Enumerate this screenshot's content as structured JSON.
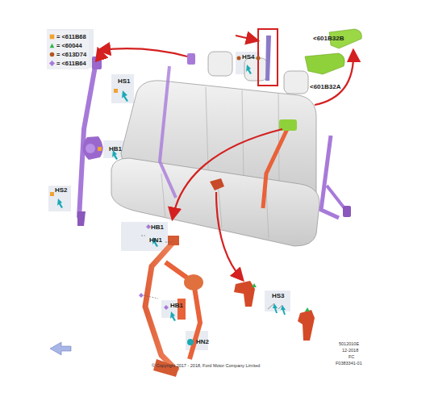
{
  "diagram": {
    "labels": [
      "HS1",
      "HB1",
      "HS2",
      "HS4",
      "<601B32B",
      "<601B32A",
      "HB1",
      "HN1",
      "HB1",
      "HN2",
      "HS3",
      "5012010E",
      "12-2018",
      "FC",
      "F0383341-01",
      "© Copyright 2017 - 2018, Ford Motor Company Limited"
    ],
    "legend": [
      {
        "text": "= <611B68",
        "color": "#f2a231"
      },
      {
        "text": "= <60044",
        "color": "#2fb34f"
      },
      {
        "text": "= <613D74",
        "color": "#b4561e"
      },
      {
        "text": "= <611B64",
        "color": "#a77ad9"
      }
    ]
  }
}
